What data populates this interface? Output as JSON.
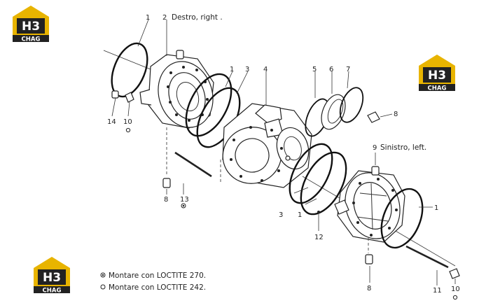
{
  "logo": {
    "letters": "H3",
    "word": "CHAG",
    "color": "#e8b400",
    "dark": "#222222"
  },
  "callouts": {
    "c1a": "1",
    "c2": "2",
    "c2_caption": "Destro, right .",
    "c1b": "1",
    "c3a": "3",
    "c4": "4",
    "c5": "5",
    "c6": "6",
    "c7": "7",
    "c8a": "8",
    "c14": "14",
    "c10a": "10",
    "c9": "9",
    "c9_caption": "Sinistro, left.",
    "c8b": "8",
    "c13": "13",
    "c3b": "3",
    "c1c": "1",
    "c12": "12",
    "c1d": "1",
    "c8c": "8",
    "c11": "11",
    "c10b": "10"
  },
  "legend": {
    "loctite_270": "Montare con LOCTITE 270.",
    "loctite_242": "Montare con LOCTITE 242."
  }
}
